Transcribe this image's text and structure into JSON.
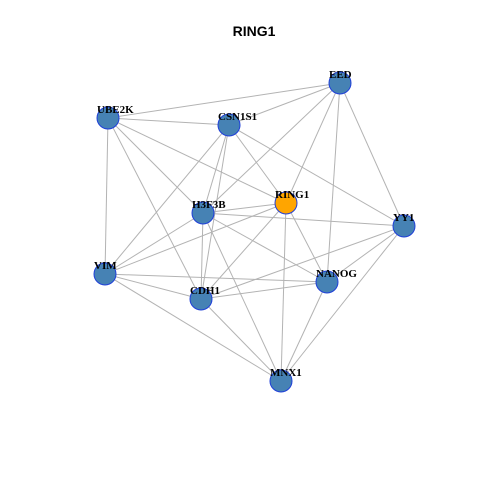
{
  "title": "RING1",
  "colors": {
    "node_fill": "#4682b4",
    "center_fill": "#ffa500",
    "node_border": "#1f3fd9",
    "edge": "#b3b3b3",
    "background": "#ffffff"
  },
  "nodes": [
    {
      "id": "RING1",
      "label": "RING1",
      "center": true
    },
    {
      "id": "EED",
      "label": "EED"
    },
    {
      "id": "UBE2K",
      "label": "UBE2K"
    },
    {
      "id": "CSN1S1",
      "label": "CSN1S1"
    },
    {
      "id": "H3F3B",
      "label": "H3F3B"
    },
    {
      "id": "YY1",
      "label": "YY1"
    },
    {
      "id": "VIM",
      "label": "VIM"
    },
    {
      "id": "NANOG",
      "label": "NANOG"
    },
    {
      "id": "CDH1",
      "label": "CDH1"
    },
    {
      "id": "MNX1",
      "label": "MNX1"
    }
  ],
  "edges": [
    [
      "UBE2K",
      "EED"
    ],
    [
      "UBE2K",
      "CSN1S1"
    ],
    [
      "UBE2K",
      "RING1"
    ],
    [
      "UBE2K",
      "VIM"
    ],
    [
      "UBE2K",
      "CDH1"
    ],
    [
      "UBE2K",
      "H3F3B"
    ],
    [
      "EED",
      "CSN1S1"
    ],
    [
      "EED",
      "H3F3B"
    ],
    [
      "EED",
      "RING1"
    ],
    [
      "EED",
      "YY1"
    ],
    [
      "EED",
      "NANOG"
    ],
    [
      "CSN1S1",
      "H3F3B"
    ],
    [
      "CSN1S1",
      "RING1"
    ],
    [
      "CSN1S1",
      "YY1"
    ],
    [
      "CSN1S1",
      "VIM"
    ],
    [
      "CSN1S1",
      "CDH1"
    ],
    [
      "RING1",
      "H3F3B"
    ],
    [
      "RING1",
      "NANOG"
    ],
    [
      "RING1",
      "MNX1"
    ],
    [
      "RING1",
      "CDH1"
    ],
    [
      "RING1",
      "VIM"
    ],
    [
      "H3F3B",
      "YY1"
    ],
    [
      "H3F3B",
      "VIM"
    ],
    [
      "H3F3B",
      "CDH1"
    ],
    [
      "H3F3B",
      "NANOG"
    ],
    [
      "H3F3B",
      "MNX1"
    ],
    [
      "YY1",
      "NANOG"
    ],
    [
      "YY1",
      "CDH1"
    ],
    [
      "YY1",
      "MNX1"
    ],
    [
      "VIM",
      "NANOG"
    ],
    [
      "VIM",
      "CDH1"
    ],
    [
      "VIM",
      "MNX1"
    ],
    [
      "CDH1",
      "NANOG"
    ],
    [
      "CDH1",
      "MNX1"
    ],
    [
      "NANOG",
      "MNX1"
    ]
  ]
}
